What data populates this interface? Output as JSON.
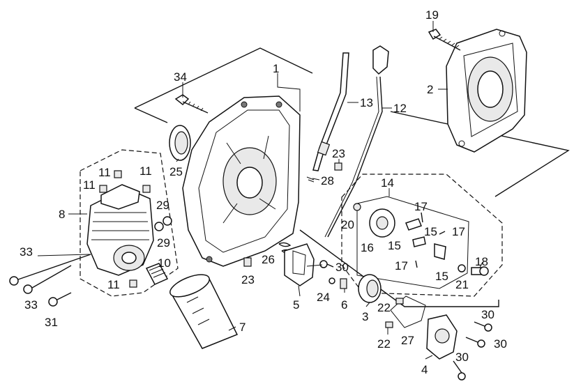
{
  "diagram": {
    "callouts": [
      {
        "id": "c19",
        "text": "19"
      },
      {
        "id": "c2",
        "text": "2"
      },
      {
        "id": "c34",
        "text": "34"
      },
      {
        "id": "c1",
        "text": "1"
      },
      {
        "id": "c13",
        "text": "13"
      },
      {
        "id": "c12",
        "text": "12"
      },
      {
        "id": "c25",
        "text": "25"
      },
      {
        "id": "c23a",
        "text": "23"
      },
      {
        "id": "c28",
        "text": "28"
      },
      {
        "id": "c11a",
        "text": "11"
      },
      {
        "id": "c11b",
        "text": "11"
      },
      {
        "id": "c11c",
        "text": "11"
      },
      {
        "id": "c8",
        "text": "8"
      },
      {
        "id": "c29a",
        "text": "29"
      },
      {
        "id": "c29b",
        "text": "29"
      },
      {
        "id": "c14",
        "text": "14"
      },
      {
        "id": "c17a",
        "text": "17"
      },
      {
        "id": "c20",
        "text": "20"
      },
      {
        "id": "c15a",
        "text": "15"
      },
      {
        "id": "c16",
        "text": "16"
      },
      {
        "id": "c15b",
        "text": "15"
      },
      {
        "id": "c17b",
        "text": "17"
      },
      {
        "id": "c33a",
        "text": "33"
      },
      {
        "id": "c10",
        "text": "10"
      },
      {
        "id": "c26",
        "text": "26"
      },
      {
        "id": "c30a",
        "text": "30"
      },
      {
        "id": "c17c",
        "text": "17"
      },
      {
        "id": "c18",
        "text": "18"
      },
      {
        "id": "c15c",
        "text": "15"
      },
      {
        "id": "c21",
        "text": "21"
      },
      {
        "id": "c11d",
        "text": "11"
      },
      {
        "id": "c23b",
        "text": "23"
      },
      {
        "id": "c33b",
        "text": "33"
      },
      {
        "id": "c24",
        "text": "24"
      },
      {
        "id": "c6",
        "text": "6"
      },
      {
        "id": "c5",
        "text": "5"
      },
      {
        "id": "c22a",
        "text": "22"
      },
      {
        "id": "c3",
        "text": "3"
      },
      {
        "id": "c30b",
        "text": "30"
      },
      {
        "id": "c31",
        "text": "31"
      },
      {
        "id": "c7",
        "text": "7"
      },
      {
        "id": "c22b",
        "text": "22"
      },
      {
        "id": "c27",
        "text": "27"
      },
      {
        "id": "c30c",
        "text": "30"
      },
      {
        "id": "c30d",
        "text": "30"
      },
      {
        "id": "c4",
        "text": "4"
      }
    ]
  }
}
